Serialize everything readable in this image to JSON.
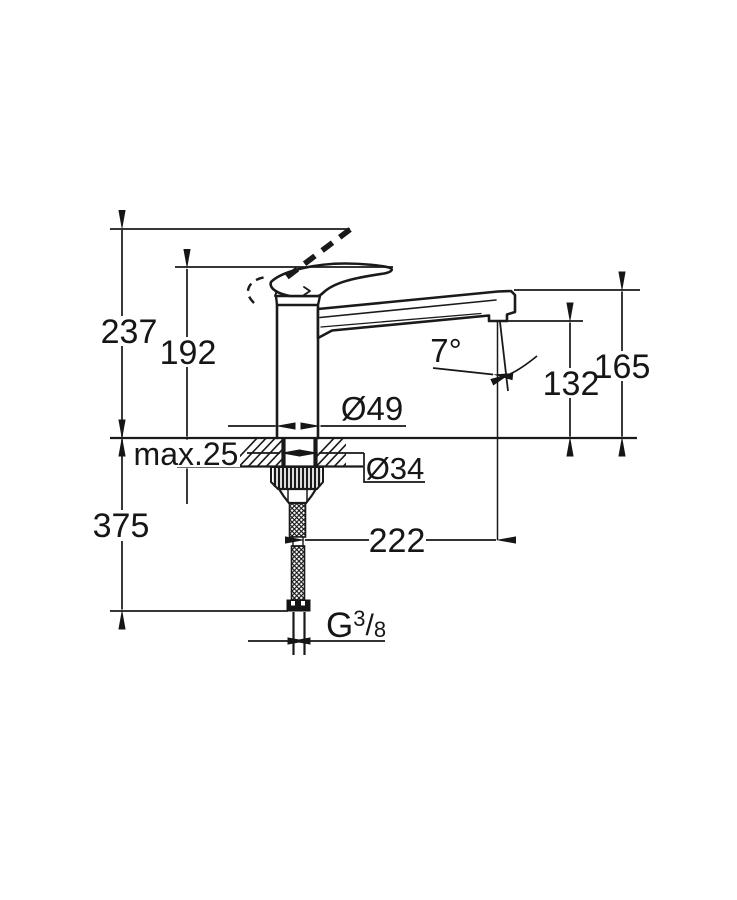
{
  "drawing": {
    "kind": "faucet technical dimension drawing",
    "line_color": "#1a1a1a",
    "background": "#ffffff",
    "labels": {
      "total_height": "237",
      "handle_height": "192",
      "max_deck_thickness": "max.25",
      "under_counter_length": "375",
      "outlet_height": "132",
      "spout_top_height": "165",
      "projection": "222",
      "body_diameter": "Ø49",
      "hole_diameter": "Ø34",
      "outlet_angle": "7°",
      "thread": {
        "letter": "G",
        "numerator": "3",
        "slash": "/",
        "denominator": "8"
      }
    }
  }
}
